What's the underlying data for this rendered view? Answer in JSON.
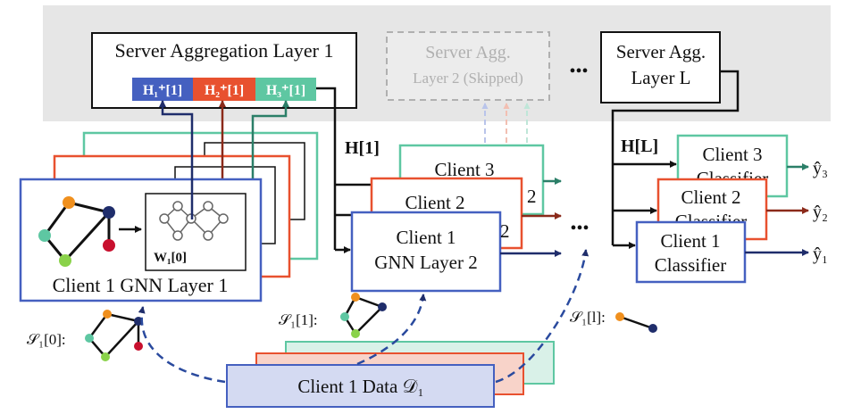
{
  "server": {
    "agg1_title": "Server Aggregation Layer 1",
    "agg2_title_line1": "Server Agg.",
    "agg2_title_line2": "Layer 2 (Skipped)",
    "aggL_title_line1": "Server Agg.",
    "aggL_title_line2": "Layer L",
    "dots": "•••",
    "h_tags": [
      "H₁⁺[1]",
      "H₂⁺[1]",
      "H₃⁺[1]"
    ]
  },
  "layer1": {
    "title": "Client 1 GNN Layer 1",
    "weight_label": "W₁[0]",
    "subgraph_label": "𝒮₁[0]:"
  },
  "layer2": {
    "h_label": "H[1]",
    "client3": "Client 3",
    "client2": "Client 2",
    "client1_line1": "Client 1",
    "client1_line2": "GNN Layer 2",
    "subgraph_label": "𝒮₁[1]:",
    "partial2": "2",
    "dots": "•••"
  },
  "classifier": {
    "h_label": "H[L]",
    "client3_line1": "Client 3",
    "client3_line2": "Classifier",
    "client2_line1": "Client 2",
    "client2_line2": "Classifier",
    "client1_line1": "Client 1",
    "client1_line2": "Classifier",
    "outputs": [
      "ŷ₃",
      "ŷ₂",
      "ŷ₁"
    ],
    "subgraph_label": "𝒮₁[l]:"
  },
  "data": {
    "label": "Client 1 Data 𝒟₁"
  },
  "colors": {
    "blue": "#4560c0",
    "red": "#e8512f",
    "green": "#5ec7a2",
    "navy": "#1f2d6b",
    "darkred": "#8b2a1a",
    "teal": "#2b7f68",
    "server_bg": "#e6e6e6",
    "data_fill_blue": "#d4daf2",
    "data_fill_red": "#f8d3c9",
    "data_fill_green": "#d9f1e8"
  }
}
